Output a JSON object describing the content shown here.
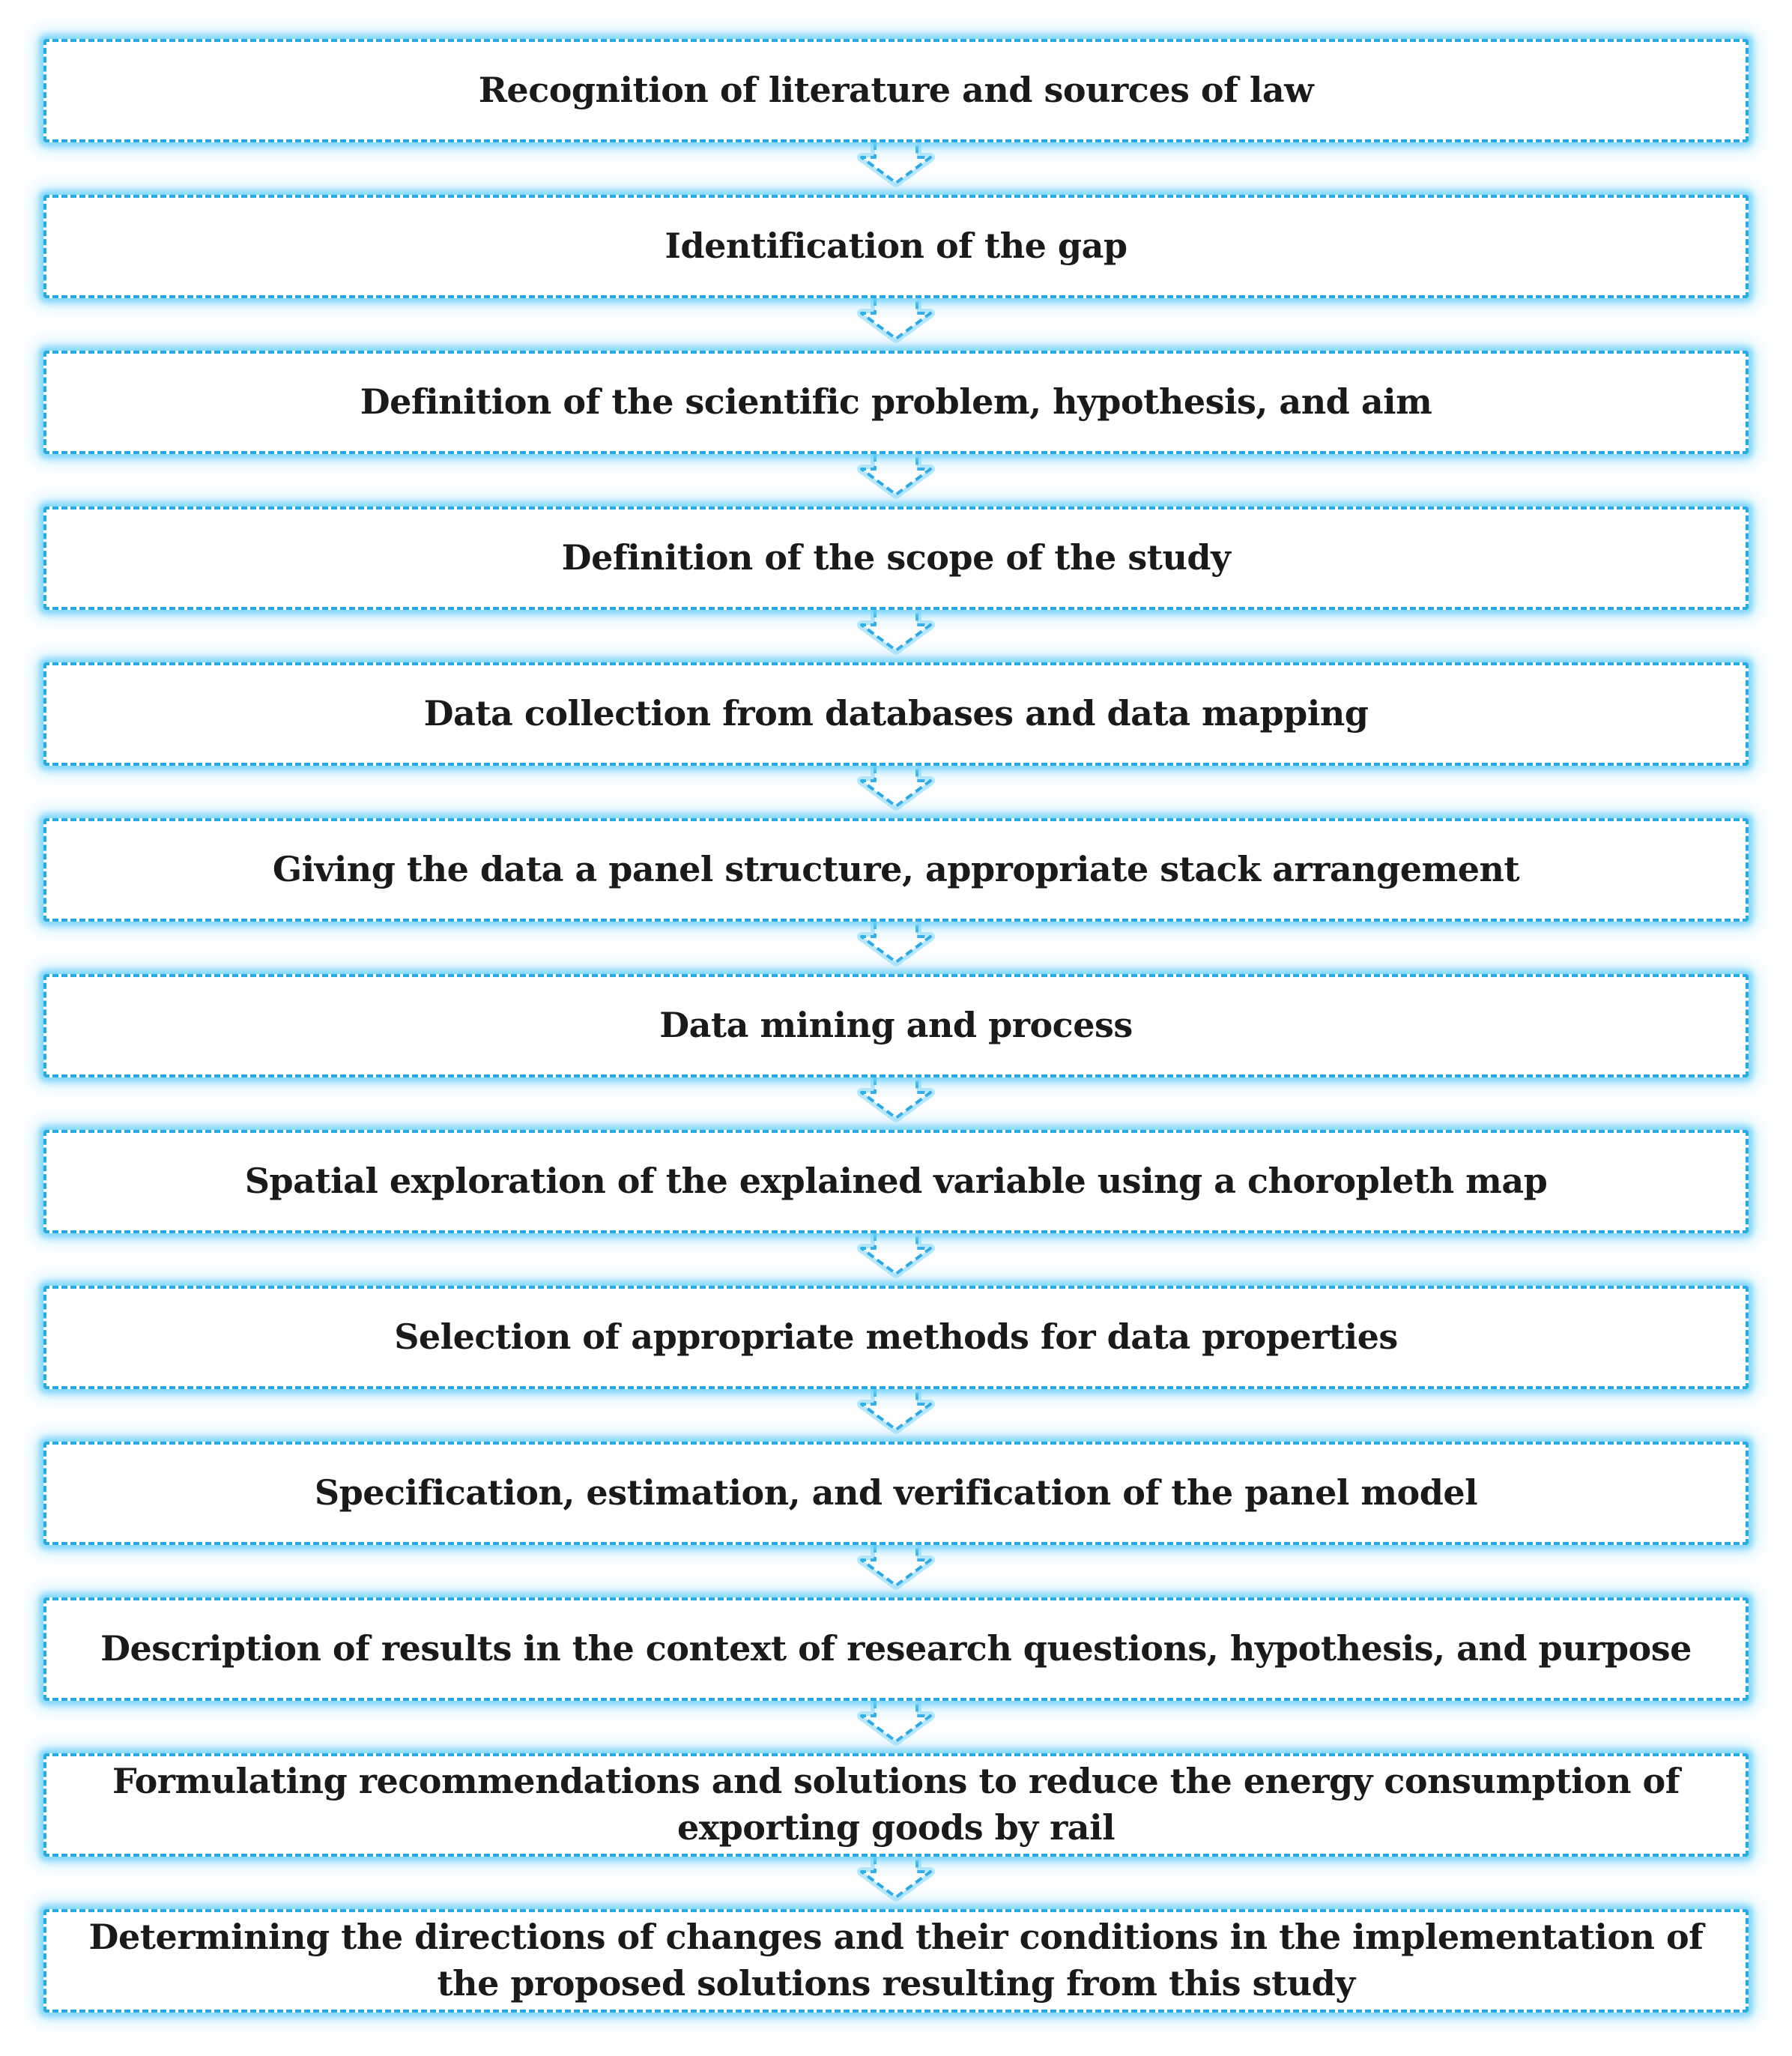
{
  "flowchart": {
    "steps": [
      {
        "label": "Recognition of literature and sources of law"
      },
      {
        "label": "Identification of the gap"
      },
      {
        "label": "Definition of the scientific problem, hypothesis, and aim"
      },
      {
        "label": "Definition of the scope of the study"
      },
      {
        "label": "Data collection from databases and data mapping"
      },
      {
        "label": "Giving the data a panel structure, appropriate stack arrangement"
      },
      {
        "label": "Data mining and process"
      },
      {
        "label": "Spatial exploration of the explained variable using a choropleth map"
      },
      {
        "label": "Selection of appropriate methods for data properties"
      },
      {
        "label": "Specification, estimation, and verification of the panel model"
      },
      {
        "label": "Description of results in the context of research questions, hypothesis, and purpose"
      },
      {
        "label": "Formulating recommendations and solutions to reduce the energy consumption of exporting goods by rail"
      },
      {
        "label": "Determining the directions of changes and their conditions in the implementation of the proposed solutions resulting from this study"
      }
    ]
  },
  "colors": {
    "border": "#29a8e6",
    "glow": "#64cdfa",
    "text": "#1a1a1a",
    "background": "#ffffff"
  },
  "icons": {
    "connector": "down-chevron-arrow-icon"
  }
}
